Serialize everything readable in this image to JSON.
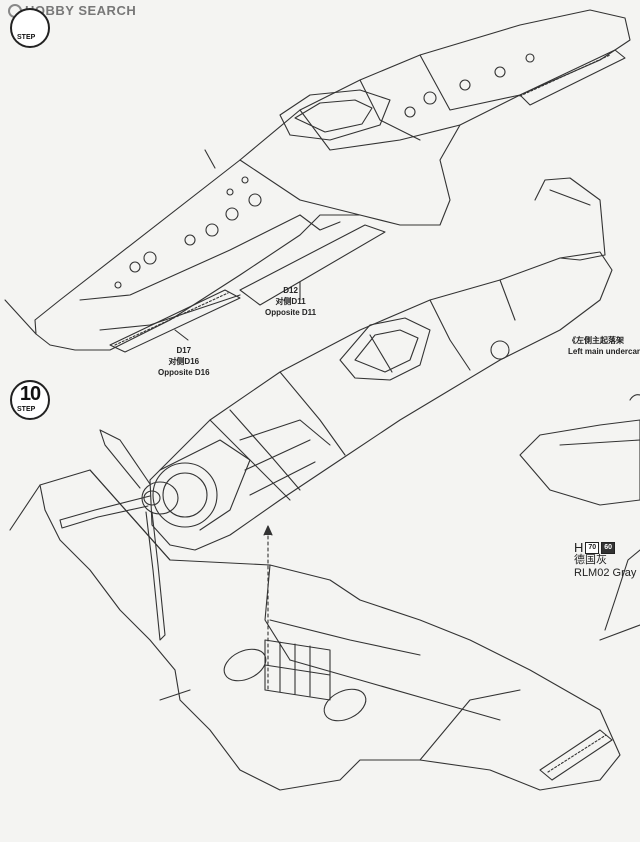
{
  "watermark": {
    "text": "HOBBY SEARCH"
  },
  "steps": [
    {
      "number": "",
      "label": "STEP"
    },
    {
      "number": "10",
      "label": "STEP"
    }
  ],
  "callouts": {
    "d12": {
      "part": "D12",
      "cn": "对侧D11",
      "en": "Opposite D11"
    },
    "d17": {
      "part": "D17",
      "cn": "对侧D16",
      "en": "Opposite D16"
    },
    "landing_gear": {
      "cn": "《左側主起落架",
      "en": "Left main undercarri"
    }
  },
  "color_ref": {
    "letter": "H",
    "chips": [
      "70",
      "60"
    ],
    "cn": "德国灰",
    "en": "RLM02 Gray"
  },
  "colors": {
    "ink": "#222222",
    "paper": "#f4f4f2"
  }
}
